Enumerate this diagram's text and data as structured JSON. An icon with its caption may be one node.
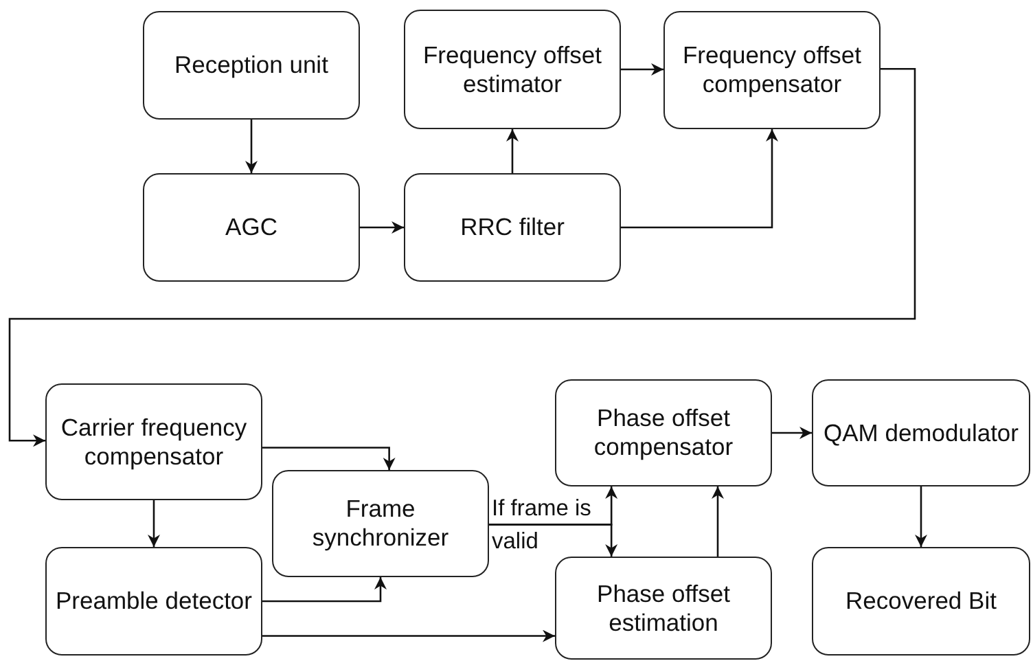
{
  "diagram": {
    "nodes": [
      {
        "text": [
          "Reception unit"
        ]
      },
      {
        "text": [
          "Frequency offset estimator"
        ]
      },
      {
        "text": [
          "Frequency offset compensator"
        ]
      },
      {
        "text": [
          "AGC"
        ]
      },
      {
        "text": [
          "RRC filter"
        ]
      },
      {
        "text": [
          "Carrier frequency compensator"
        ]
      },
      {
        "text": [
          "Frame synchronizer"
        ]
      },
      {
        "text": [
          "Phase offset compensator"
        ]
      },
      {
        "text": [
          "QAM demodulator"
        ]
      },
      {
        "text": [
          "Preamble detector"
        ]
      },
      {
        "text": [
          "Phase offset estimation"
        ]
      },
      {
        "text": [
          "Recovered Bit"
        ]
      }
    ],
    "edges": [
      {
        "from": 0,
        "to": 3,
        "arrow": "to"
      },
      {
        "from": 3,
        "to": 4,
        "arrow": "to"
      },
      {
        "from": 4,
        "to": 1,
        "arrow": "to"
      },
      {
        "from": 1,
        "to": 2,
        "arrow": "to"
      },
      {
        "from": 4,
        "to": 2,
        "arrow": "to"
      },
      {
        "from": 2,
        "to": 5,
        "arrow": "to"
      },
      {
        "from": 5,
        "to": 6,
        "arrow": "to"
      },
      {
        "from": 5,
        "to": 9,
        "arrow": "to"
      },
      {
        "from": 9,
        "to": 6,
        "arrow": "to"
      },
      {
        "from": 9,
        "to": 10,
        "arrow": "to"
      },
      {
        "from": 6,
        "to": 7,
        "arrow": "to",
        "label": "If frame is valid"
      },
      {
        "from": 6,
        "to": 10,
        "arrow": "to"
      },
      {
        "from": 10,
        "to": 7,
        "arrow": "to"
      },
      {
        "from": 7,
        "to": 8,
        "arrow": "to"
      },
      {
        "from": 8,
        "to": 11,
        "arrow": "to"
      }
    ]
  }
}
